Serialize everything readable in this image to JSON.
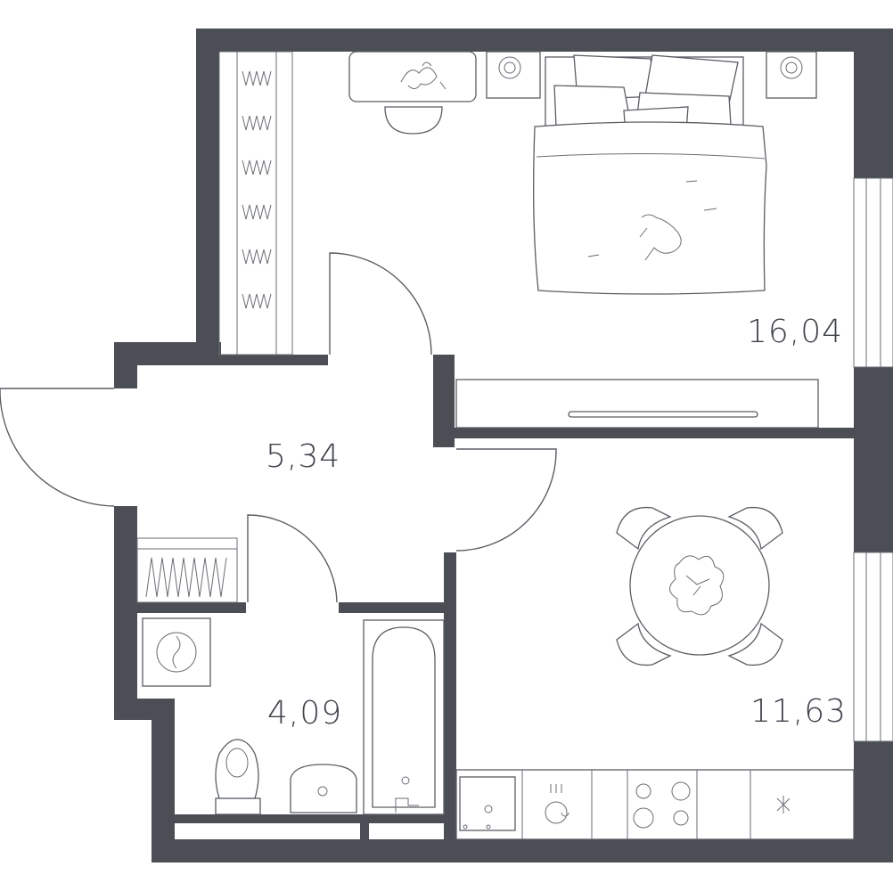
{
  "rooms": [
    {
      "id": "bedroom",
      "area": "16,04"
    },
    {
      "id": "hallway",
      "area": "5,34"
    },
    {
      "id": "bathroom",
      "area": "4,09"
    },
    {
      "id": "kitchen",
      "area": "11,63"
    }
  ],
  "colors": {
    "wall": "#4b4f55",
    "line": "#5a5e64",
    "background": "#ffffff"
  }
}
